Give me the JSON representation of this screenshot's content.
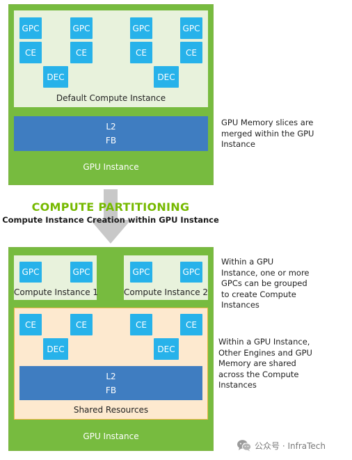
{
  "colors": {
    "gpu_instance_green": "#77bb3f",
    "compute_instance_fill": "#e8f2dc",
    "engine_blue": "#27b2ea",
    "memory_blue": "#3f7dc1",
    "shared_fill": "#fde9cf",
    "shared_border": "#f3b84b",
    "heading_green": "#76b900",
    "arrow_gray": "#c8c8c8"
  },
  "labels": {
    "gpc": "GPC",
    "ce": "CE",
    "dec": "DEC",
    "l2": "L2",
    "fb": "FB"
  },
  "top": {
    "compute_instance_label": "Default Compute Instance",
    "gpu_instance_label": "GPU Instance",
    "note": "GPU Memory slices are merged within the GPU Instance"
  },
  "middle": {
    "title": "COMPUTE PARTITIONING",
    "subtitle": "Compute Instance Creation within GPU Instance"
  },
  "bottom": {
    "compute_instance_1_label": "Compute Instance 1",
    "compute_instance_2_label": "Compute Instance 2",
    "shared_label": "Shared Resources",
    "gpu_instance_label": "GPU Instance",
    "note_1": "Within a GPU Instance, one or more GPCs can be grouped to create Compute Instances",
    "note_2": "Within a GPU Instance, Other Engines and GPU Memory are shared across the Compute Instances"
  },
  "watermark": {
    "icon": "wechat-icon",
    "text": "公众号 · InfraTech"
  }
}
